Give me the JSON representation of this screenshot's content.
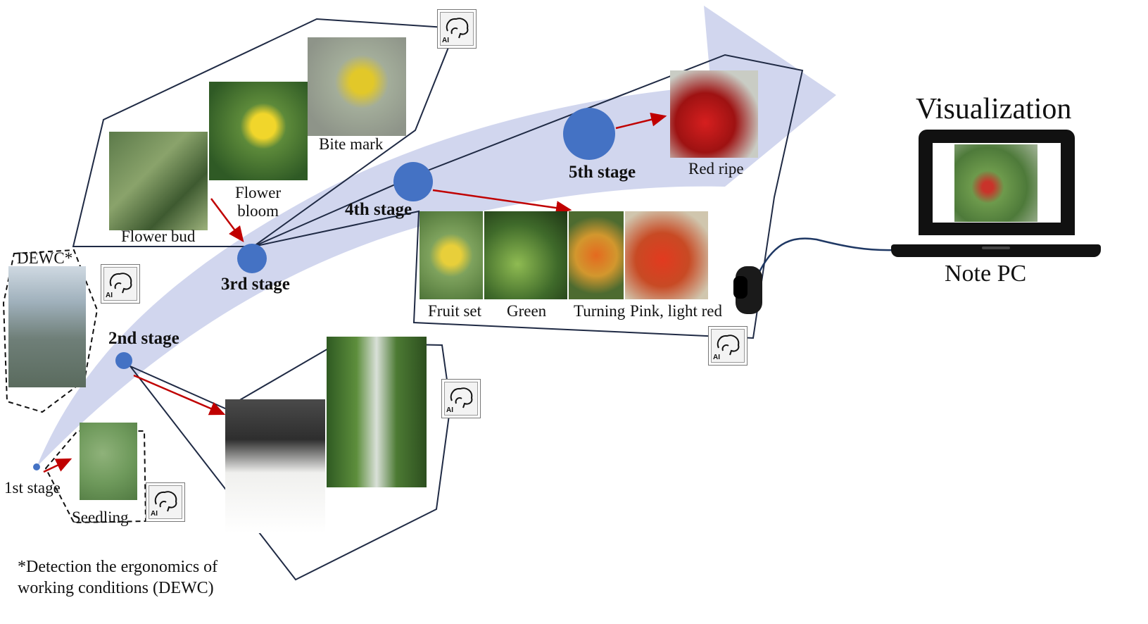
{
  "diagram": {
    "stages": [
      {
        "label": "1st stage"
      },
      {
        "label": "2nd stage"
      },
      {
        "label": "3rd stage"
      },
      {
        "label": "4th stage"
      },
      {
        "label": "5th stage"
      }
    ],
    "photo_labels": {
      "seedling": "Seedling",
      "flower_bud": "Flower bud",
      "flower_bloom": "Flower\nbloom",
      "bite_mark": "Bite mark",
      "fruit_set": "Fruit set",
      "green": "Green",
      "turning": "Turning",
      "pink_light_red": "Pink, light red",
      "red_ripe": "Red ripe"
    },
    "dewc_label": "DEWC*",
    "ai_badge": "AI",
    "visualization_title": "Visualization",
    "device_label": "Note PC",
    "footnote": "*Detection the ergonomics of working conditions (DEWC)",
    "colors": {
      "flow_arrow": "#c9cfeb",
      "stage_node": "#4472c4",
      "red_arrow": "#c00000",
      "outline": "#1f2a44",
      "cable": "#1f3864"
    }
  }
}
